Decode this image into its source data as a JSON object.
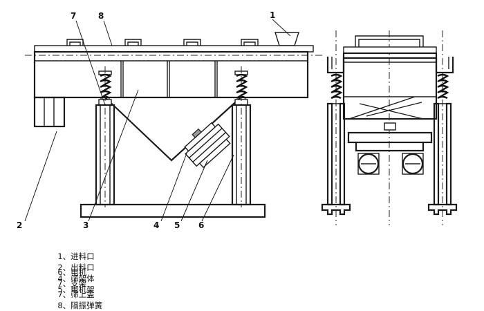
{
  "callouts": {
    "c1": "1",
    "c2": "2",
    "c3": "3",
    "c4": "4",
    "c5": "5",
    "c6": "6",
    "c7": "7",
    "c8": "8"
  },
  "legend": {
    "row1": [
      {
        "num": "1、",
        "label": "进料口"
      },
      {
        "num": "2、",
        "label": "出料口"
      },
      {
        "num": "4、",
        "label": "筛架体"
      },
      {
        "num": "5、",
        "label": "电机架"
      }
    ],
    "row2": [
      {
        "num": "6、",
        "label": "电机"
      },
      {
        "num": "7、",
        "label": "支架"
      },
      {
        "num": "7、",
        "label": "筛上盖"
      },
      {
        "num": "8、",
        "label": "隔振弹簧"
      }
    ]
  }
}
